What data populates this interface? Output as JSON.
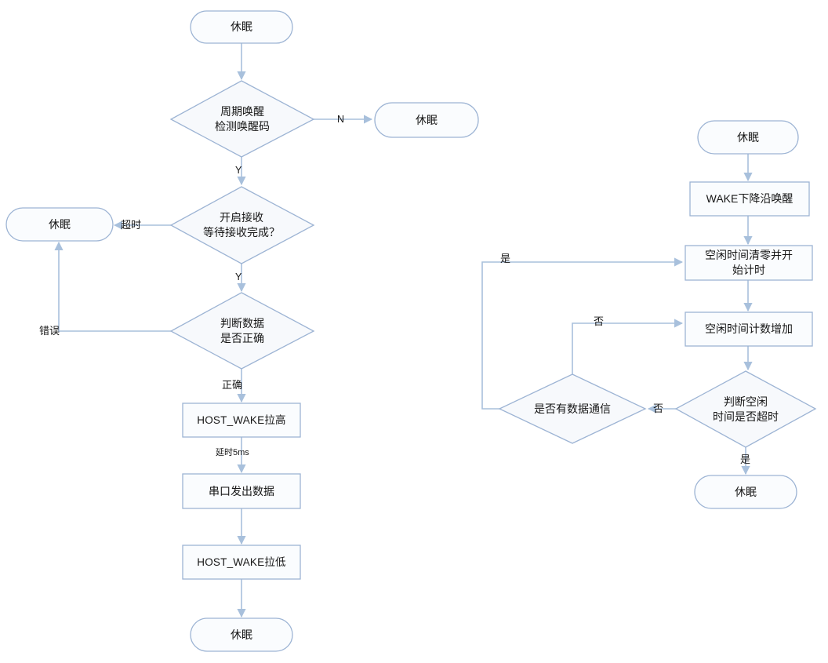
{
  "diagram": {
    "title_visible": false,
    "theme": {
      "stroke": "#9DB4D4",
      "fill_light": "#FAFCFE",
      "fill_diamond": "#F7F9FC",
      "text": "#161616",
      "background": "#FFFFFF"
    },
    "left_flow": {
      "name": "periodic-wakeup-receive-flow",
      "nodes": [
        {
          "id": "l-start-sleep",
          "type": "terminator",
          "label": "休眠"
        },
        {
          "id": "l-dec-wakecode",
          "type": "decision",
          "label": "周期唤醒\n检测唤醒码"
        },
        {
          "id": "l-sleep-n",
          "type": "terminator",
          "label": "休眠"
        },
        {
          "id": "l-dec-recv",
          "type": "decision",
          "label": "开启接收\n等待接收完成？"
        },
        {
          "id": "l-sleep-timeout",
          "type": "terminator",
          "label": "休眠"
        },
        {
          "id": "l-dec-data",
          "type": "decision",
          "label": "判断数据\n是否正确"
        },
        {
          "id": "l-hostwake-high",
          "type": "process",
          "label": "HOST_WAKE拉高"
        },
        {
          "id": "l-uart-send",
          "type": "process",
          "label": "串口发出数据"
        },
        {
          "id": "l-hostwake-low",
          "type": "process",
          "label": "HOST_WAKE拉低"
        },
        {
          "id": "l-end-sleep",
          "type": "terminator",
          "label": "休眠"
        }
      ],
      "edge_labels": [
        {
          "id": "l-edge-n",
          "label": "N"
        },
        {
          "id": "l-edge-y1",
          "label": "Y"
        },
        {
          "id": "l-edge-timeout",
          "label": "超时"
        },
        {
          "id": "l-edge-y2",
          "label": "Y"
        },
        {
          "id": "l-edge-error",
          "label": "错误"
        },
        {
          "id": "l-edge-correct",
          "label": "正确"
        },
        {
          "id": "l-edge-delay",
          "label": "延时5ms"
        }
      ]
    },
    "right_flow": {
      "name": "idle-timeout-sleep-flow",
      "nodes": [
        {
          "id": "r-start-sleep",
          "type": "terminator",
          "label": "休眠"
        },
        {
          "id": "r-wake-edge",
          "type": "process",
          "label": "WAKE下降沿唤醒"
        },
        {
          "id": "r-idle-reset",
          "type": "process",
          "label": "空闲时间清零并开\n始计时"
        },
        {
          "id": "r-idle-inc",
          "type": "process",
          "label": "空闲时间计数增加"
        },
        {
          "id": "r-dec-timeout",
          "type": "decision",
          "label": "判断空闲\n时间是否超时"
        },
        {
          "id": "r-dec-comm",
          "type": "decision",
          "label": "是否有数据通信"
        },
        {
          "id": "r-end-sleep",
          "type": "terminator",
          "label": "休眠"
        }
      ],
      "edge_labels": [
        {
          "id": "r-edge-yes-top",
          "label": "是"
        },
        {
          "id": "r-edge-no-mid",
          "label": "否"
        },
        {
          "id": "r-edge-no-right",
          "label": "否"
        },
        {
          "id": "r-edge-yes-down",
          "label": "是"
        }
      ]
    }
  }
}
